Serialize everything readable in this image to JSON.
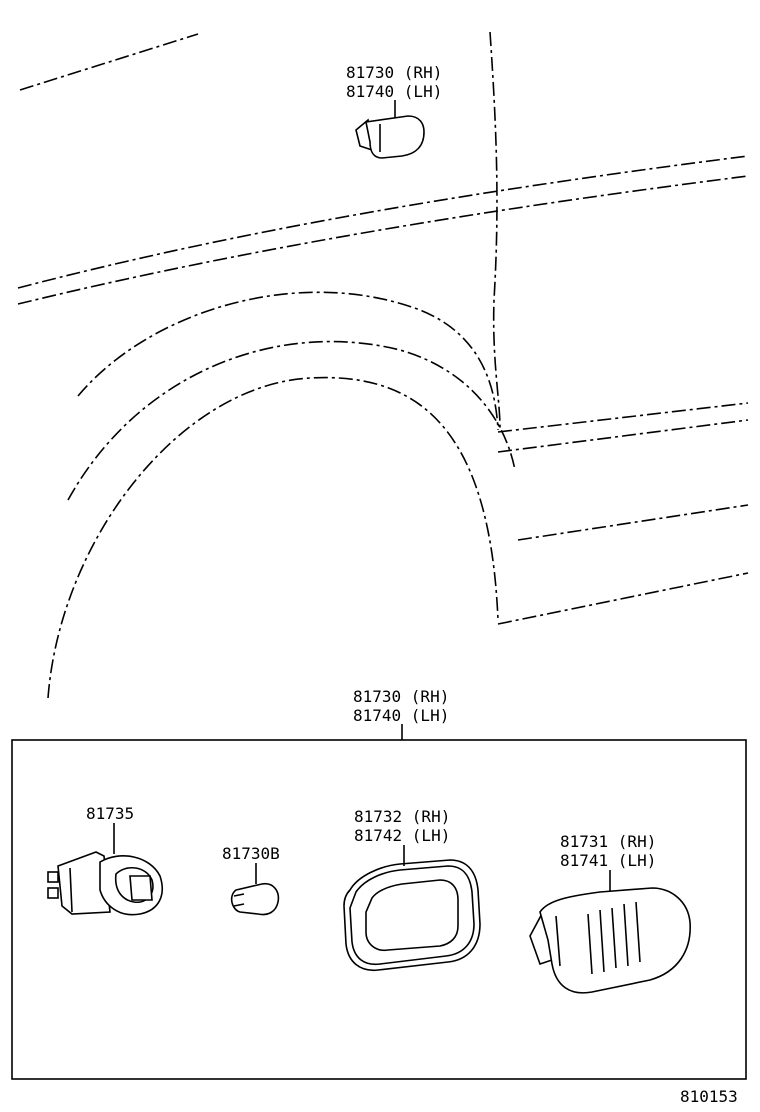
{
  "diagram": {
    "top_callout": {
      "line1": "81730 (RH)",
      "line2": "81740 (LH)"
    },
    "box_callout": {
      "line1": "81730 (RH)",
      "line2": "81740 (LH)"
    },
    "parts": {
      "socket": {
        "number": "81735"
      },
      "bulb": {
        "number": "81730B"
      },
      "gasket": {
        "line1": "81732 (RH)",
        "line2": "81742 (LH)"
      },
      "lens": {
        "line1": "81731 (RH)",
        "line2": "81741 (LH)"
      }
    },
    "illustration_number": "810153"
  }
}
